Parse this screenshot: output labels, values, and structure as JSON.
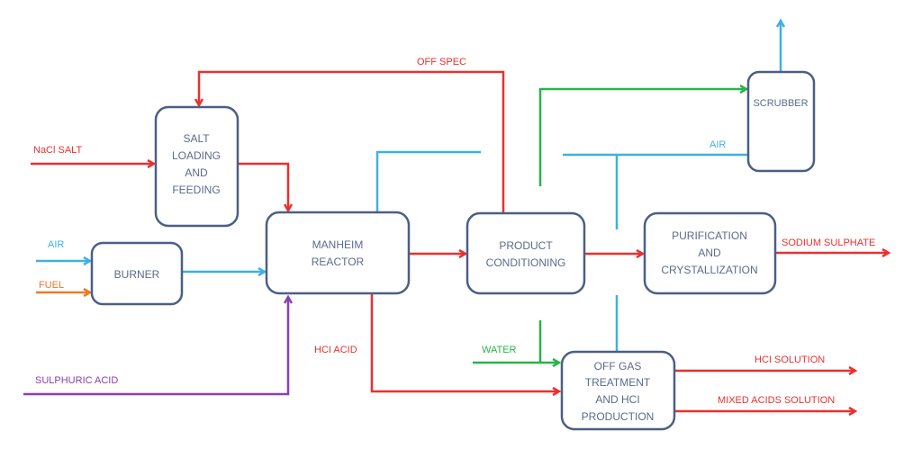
{
  "colors": {
    "red": "#e8312f",
    "blue": "#3fb0e3",
    "green": "#2bb34a",
    "orange": "#e87a2a",
    "purple": "#8a3fb3",
    "box_stroke": "#4a5f85",
    "box_text": "#5a6b8a"
  },
  "boxes": {
    "salt_loading": [
      "SALT",
      "LOADING",
      "AND",
      "FEEDING"
    ],
    "burner": [
      "BURNER"
    ],
    "manheim_reactor": [
      "MANHEIM",
      "REACTOR"
    ],
    "product_conditioning": [
      "PRODUCT",
      "CONDITIONING"
    ],
    "purification": [
      "PURIFICATION",
      "AND",
      "CRYSTALLIZATION"
    ],
    "scrubber": [
      "SCRUBBER"
    ],
    "off_gas": [
      "OFF GAS",
      "TREATMENT",
      "AND HCI",
      "PRODUCTION"
    ]
  },
  "labels": {
    "nacl_salt": "NaCl SALT",
    "air_burner": "AIR",
    "fuel": "FUEL",
    "sulphuric_acid": "SULPHURIC ACID",
    "off_spec": "OFF SPEC",
    "air_scrubber": "AIR",
    "sodium_sulphate": "SODIUM SULPHATE",
    "hcl_acid": "HCI ACID",
    "water": "WATER",
    "hcl_solution": "HCI SOLUTION",
    "mixed_acids": "MIXED ACIDS SOLUTION"
  }
}
